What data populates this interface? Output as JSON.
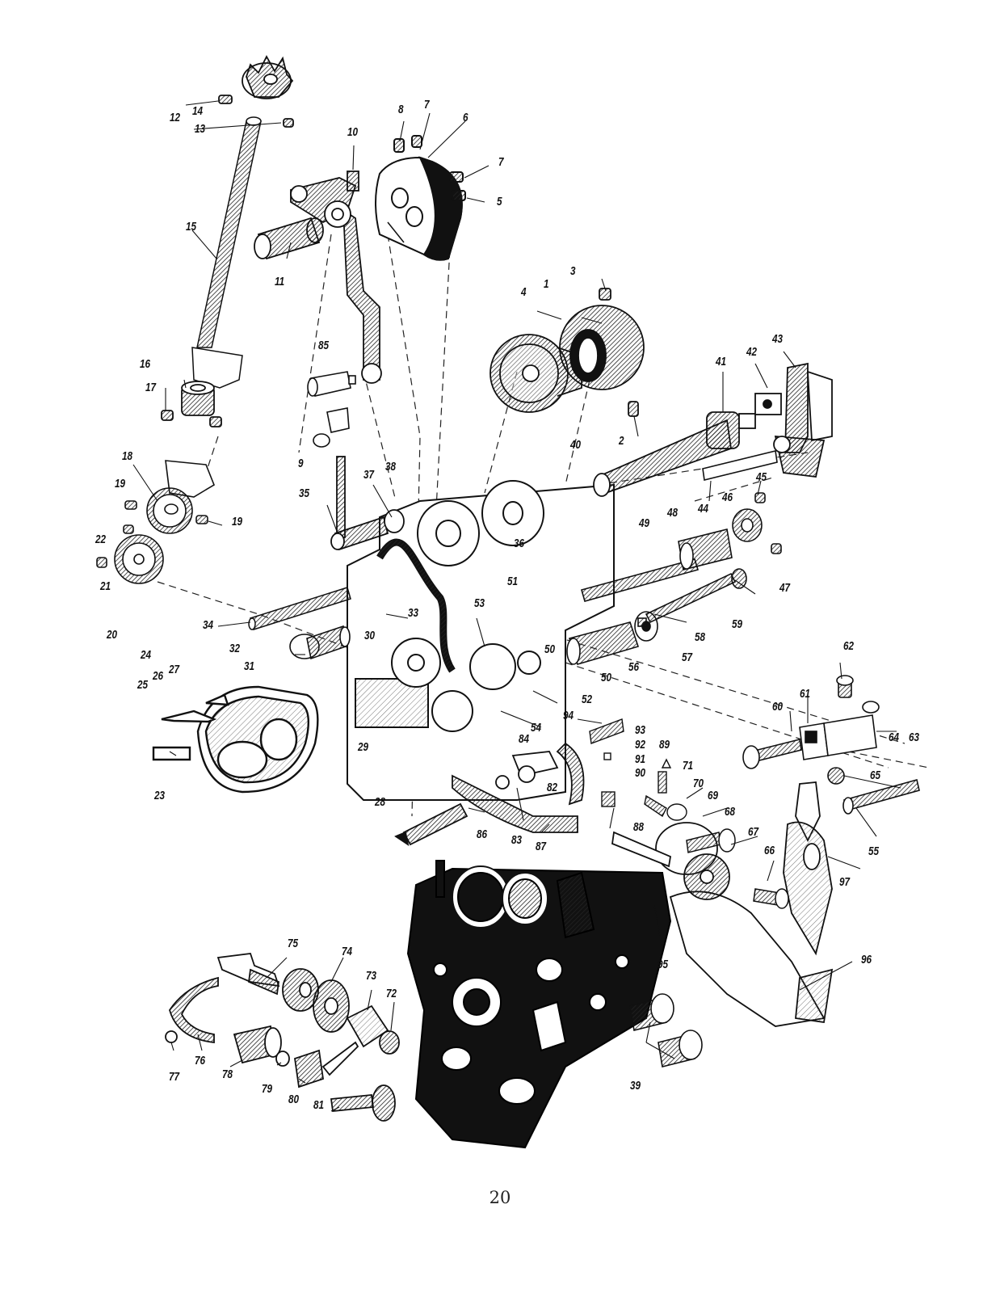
{
  "page_number": "20",
  "colors": {
    "ink": "#111111",
    "shade": "#5a5a5a",
    "paper": "#ffffff"
  },
  "callouts": [
    {
      "id": "1",
      "label": "1"
    },
    {
      "id": "2",
      "label": "2"
    },
    {
      "id": "3",
      "label": "3"
    },
    {
      "id": "4",
      "label": "4"
    },
    {
      "id": "5",
      "label": "5"
    },
    {
      "id": "6",
      "label": "6"
    },
    {
      "id": "7a",
      "label": "7"
    },
    {
      "id": "7b",
      "label": "7"
    },
    {
      "id": "8",
      "label": "8"
    },
    {
      "id": "9",
      "label": "9"
    },
    {
      "id": "10",
      "label": "10"
    },
    {
      "id": "11",
      "label": "11"
    },
    {
      "id": "12",
      "label": "12"
    },
    {
      "id": "13",
      "label": "13"
    },
    {
      "id": "14",
      "label": "14"
    },
    {
      "id": "15",
      "label": "15"
    },
    {
      "id": "16",
      "label": "16"
    },
    {
      "id": "17",
      "label": "17"
    },
    {
      "id": "18",
      "label": "18"
    },
    {
      "id": "19a",
      "label": "19"
    },
    {
      "id": "19b",
      "label": "19"
    },
    {
      "id": "20",
      "label": "20"
    },
    {
      "id": "21",
      "label": "21"
    },
    {
      "id": "22",
      "label": "22"
    },
    {
      "id": "23",
      "label": "23"
    },
    {
      "id": "24",
      "label": "24"
    },
    {
      "id": "25",
      "label": "25"
    },
    {
      "id": "26",
      "label": "26"
    },
    {
      "id": "27",
      "label": "27"
    },
    {
      "id": "28",
      "label": "28"
    },
    {
      "id": "29",
      "label": "29"
    },
    {
      "id": "30",
      "label": "30"
    },
    {
      "id": "31",
      "label": "31"
    },
    {
      "id": "32",
      "label": "32"
    },
    {
      "id": "33",
      "label": "33"
    },
    {
      "id": "34",
      "label": "34"
    },
    {
      "id": "35",
      "label": "35"
    },
    {
      "id": "36",
      "label": "36"
    },
    {
      "id": "37",
      "label": "37"
    },
    {
      "id": "38",
      "label": "38"
    },
    {
      "id": "39",
      "label": "39"
    },
    {
      "id": "40",
      "label": "40"
    },
    {
      "id": "41",
      "label": "41"
    },
    {
      "id": "42",
      "label": "42"
    },
    {
      "id": "43",
      "label": "43"
    },
    {
      "id": "44",
      "label": "44"
    },
    {
      "id": "45",
      "label": "45"
    },
    {
      "id": "46",
      "label": "46"
    },
    {
      "id": "47",
      "label": "47"
    },
    {
      "id": "48",
      "label": "48"
    },
    {
      "id": "49",
      "label": "49"
    },
    {
      "id": "50a",
      "label": "50"
    },
    {
      "id": "50b",
      "label": "50"
    },
    {
      "id": "51",
      "label": "51"
    },
    {
      "id": "52",
      "label": "52"
    },
    {
      "id": "53",
      "label": "53"
    },
    {
      "id": "54",
      "label": "54"
    },
    {
      "id": "55",
      "label": "55"
    },
    {
      "id": "56",
      "label": "56"
    },
    {
      "id": "57",
      "label": "57"
    },
    {
      "id": "58",
      "label": "58"
    },
    {
      "id": "59",
      "label": "59"
    },
    {
      "id": "60",
      "label": "60"
    },
    {
      "id": "61",
      "label": "61"
    },
    {
      "id": "62",
      "label": "62"
    },
    {
      "id": "63",
      "label": "63"
    },
    {
      "id": "64",
      "label": "64"
    },
    {
      "id": "65",
      "label": "65"
    },
    {
      "id": "66",
      "label": "66"
    },
    {
      "id": "67",
      "label": "67"
    },
    {
      "id": "68",
      "label": "68"
    },
    {
      "id": "69",
      "label": "69"
    },
    {
      "id": "70",
      "label": "70"
    },
    {
      "id": "71",
      "label": "71"
    },
    {
      "id": "72",
      "label": "72"
    },
    {
      "id": "73",
      "label": "73"
    },
    {
      "id": "74",
      "label": "74"
    },
    {
      "id": "75",
      "label": "75"
    },
    {
      "id": "76",
      "label": "76"
    },
    {
      "id": "77",
      "label": "77"
    },
    {
      "id": "78",
      "label": "78"
    },
    {
      "id": "79",
      "label": "79"
    },
    {
      "id": "80",
      "label": "80"
    },
    {
      "id": "81",
      "label": "81"
    },
    {
      "id": "82",
      "label": "82"
    },
    {
      "id": "83",
      "label": "83"
    },
    {
      "id": "84",
      "label": "84"
    },
    {
      "id": "85",
      "label": "85"
    },
    {
      "id": "86",
      "label": "86"
    },
    {
      "id": "87",
      "label": "87"
    },
    {
      "id": "88",
      "label": "88"
    },
    {
      "id": "89",
      "label": "89"
    },
    {
      "id": "90",
      "label": "90"
    },
    {
      "id": "91",
      "label": "91"
    },
    {
      "id": "92",
      "label": "92"
    },
    {
      "id": "93",
      "label": "93"
    },
    {
      "id": "94",
      "label": "94"
    },
    {
      "id": "95",
      "label": "95"
    },
    {
      "id": "96",
      "label": "96"
    },
    {
      "id": "97",
      "label": "97"
    }
  ]
}
